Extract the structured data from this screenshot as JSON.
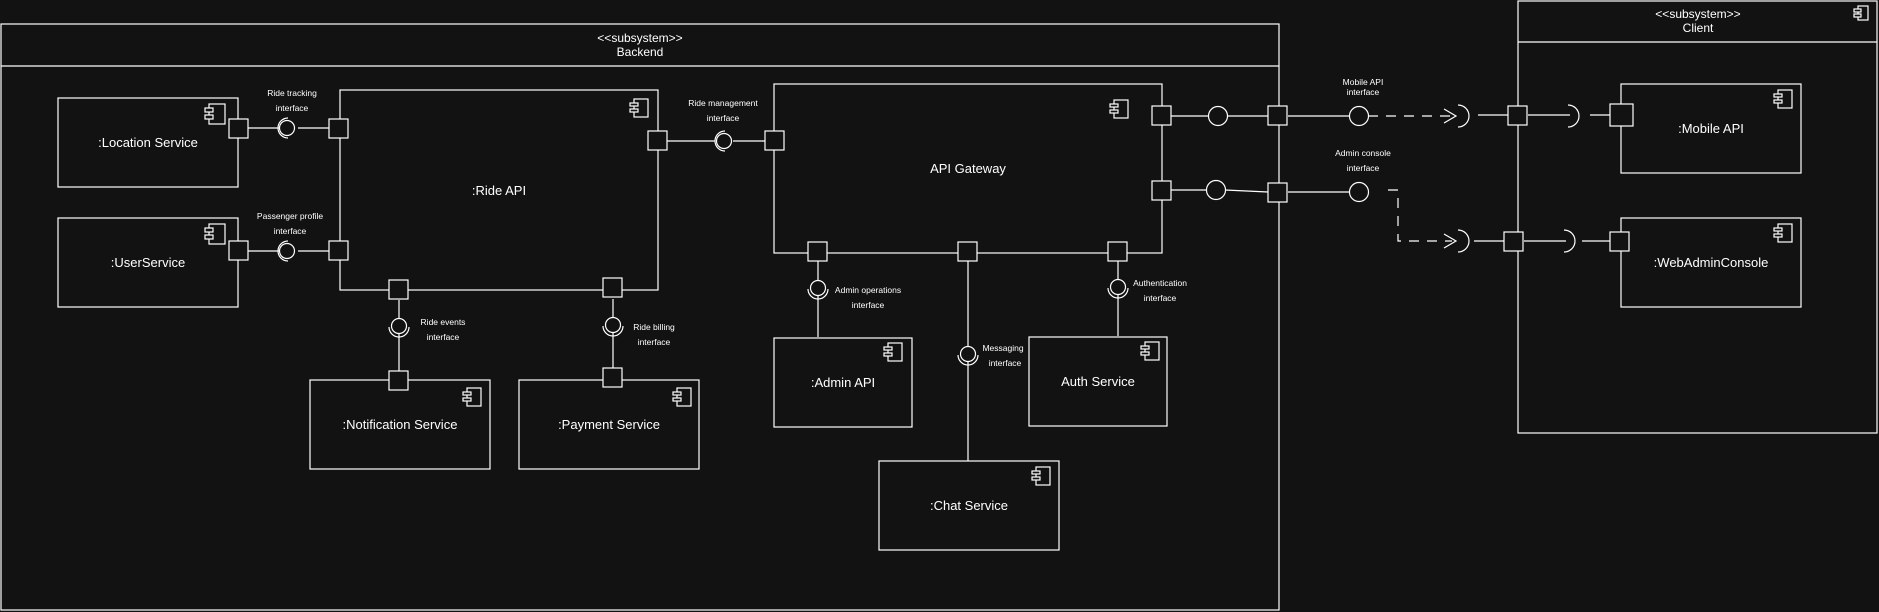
{
  "subsystems": {
    "backend": {
      "stereotype": "<<subsystem>>",
      "name": "Backend"
    },
    "client": {
      "stereotype": "<<subsystem>>",
      "name": "Client"
    }
  },
  "components": {
    "location_service": ":Location Service",
    "user_service": ":UserService",
    "ride_api": ":Ride API",
    "api_gateway": "API Gateway",
    "notification_service": ":Notification Service",
    "payment_service": ":Payment Service",
    "admin_api": ":Admin API",
    "chat_service": ":Chat Service",
    "auth_service": "Auth Service",
    "mobile_api": ":Mobile API",
    "web_admin_console": ":WebAdminConsole"
  },
  "interfaces": {
    "ride_tracking": [
      "Ride tracking",
      "interface"
    ],
    "passenger_profile": [
      "Passenger profile",
      "interface"
    ],
    "ride_management": [
      "Ride management",
      "interface"
    ],
    "ride_events": [
      "Ride events",
      "interface"
    ],
    "ride_billing": [
      "Ride billing",
      "interface"
    ],
    "admin_operations": [
      "Admin operations",
      "interface"
    ],
    "messaging": [
      "Messaging",
      "interface"
    ],
    "authentication": [
      "Authentication",
      "interface"
    ],
    "mobile_api": [
      "Mobile API",
      "interface"
    ],
    "admin_console": [
      "Admin console",
      "interface"
    ]
  },
  "colors": {
    "background": "#121212",
    "stroke": "#ffffff",
    "fill": "#121212",
    "text": "#ffffff"
  }
}
